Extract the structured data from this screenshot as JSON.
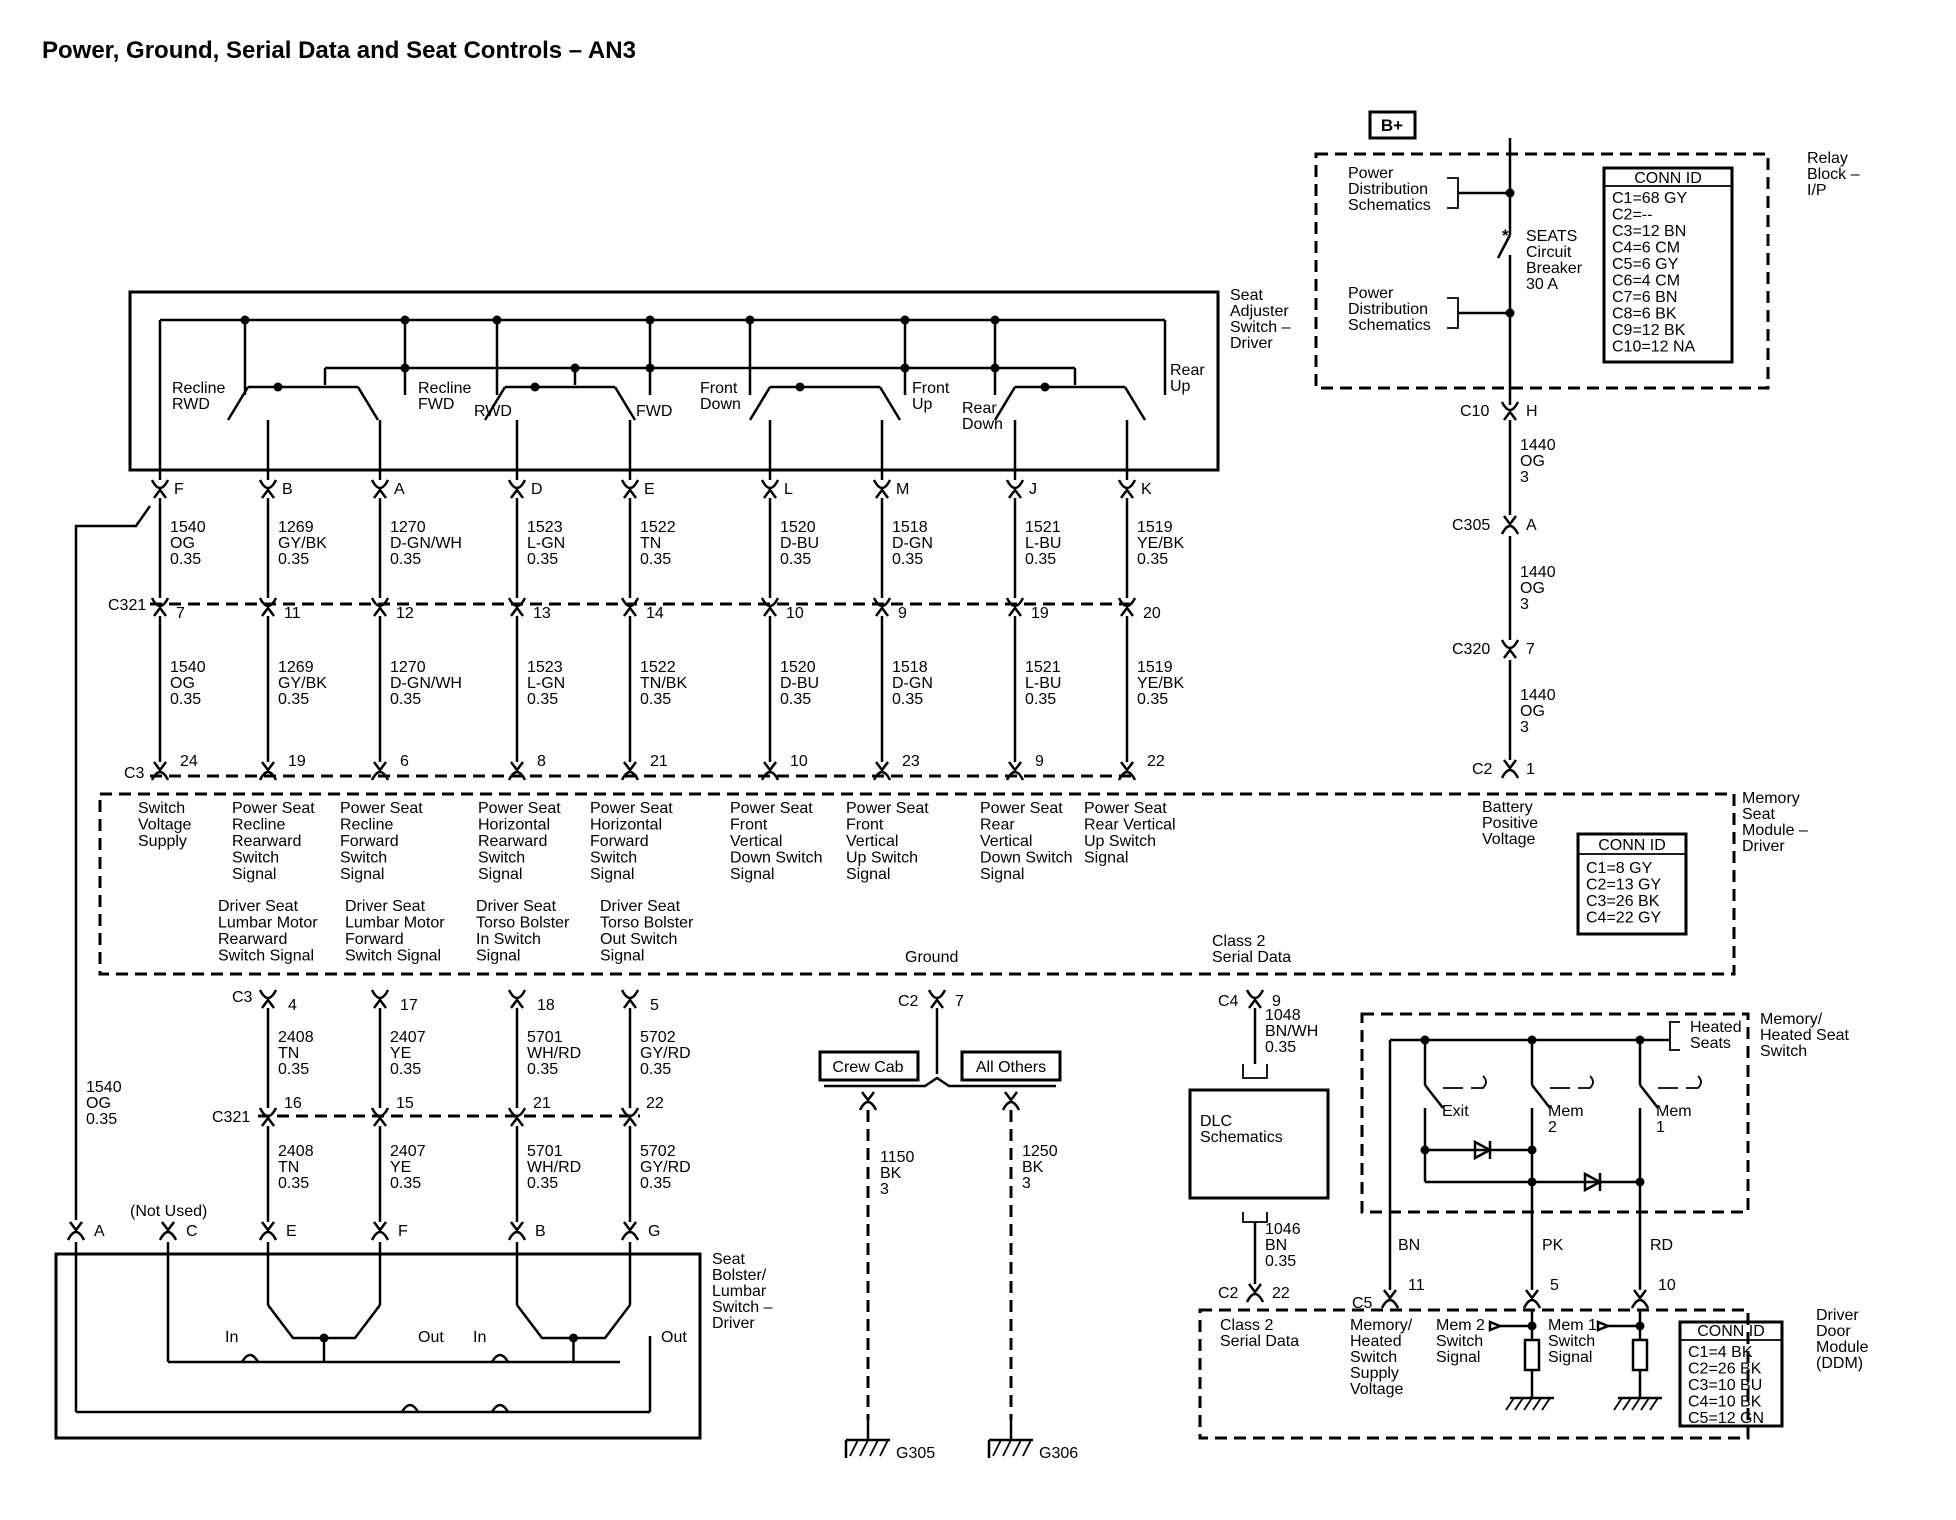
{
  "title": "Power, Ground, Serial Data and Seat Controls – AN3",
  "bplus": "B+",
  "relay_block": {
    "name": [
      "Relay",
      "Block –",
      "I/P"
    ],
    "pds1": [
      "Power",
      "Distribution",
      "Schematics"
    ],
    "pds2": [
      "Power",
      "Distribution",
      "Schematics"
    ],
    "breaker": [
      "SEATS",
      "Circuit",
      "Breaker",
      "30 A"
    ],
    "conn_title": "CONN ID",
    "conn": [
      "C1=68 GY",
      "C2=--",
      "C3=12 BN",
      "C4=6 CM",
      "C5=6 GY",
      "C6=4 CM",
      "C7=6 BN",
      "C8=6 BK",
      "C9=12 BK",
      "C10=12 NA"
    ]
  },
  "feed_path": {
    "c10": {
      "name": "C10",
      "pin": "H"
    },
    "w1": [
      "1440",
      "OG",
      "3"
    ],
    "c305": {
      "name": "C305",
      "pin": "A"
    },
    "w2": [
      "1440",
      "OG",
      "3"
    ],
    "c320": {
      "name": "C320",
      "pin": "7"
    },
    "w3": [
      "1440",
      "OG",
      "3"
    ],
    "c2": {
      "name": "C2",
      "pin": "1"
    },
    "batt_label": [
      "Battery",
      "Positive",
      "Voltage"
    ]
  },
  "seat_switch": {
    "name": [
      "Seat",
      "Adjuster",
      "Switch –",
      "Driver"
    ],
    "labels": {
      "recline_rwd": [
        "Recline",
        "RWD"
      ],
      "recline_fwd": [
        "Recline",
        "FWD"
      ],
      "rwd": "RWD",
      "fwd": "FWD",
      "front_down": [
        "Front",
        "Down"
      ],
      "front_up": [
        "Front",
        "Up"
      ],
      "rear_down": [
        "Rear",
        "Down"
      ],
      "rear_up": [
        "Rear",
        "Up"
      ]
    }
  },
  "switch_pins": [
    "F",
    "B",
    "A",
    "D",
    "E",
    "L",
    "M",
    "J",
    "K"
  ],
  "wires_top": [
    [
      "1540",
      "OG",
      "0.35"
    ],
    [
      "1269",
      "GY/BK",
      "0.35"
    ],
    [
      "1270",
      "D-GN/WH",
      "0.35"
    ],
    [
      "1523",
      "L-GN",
      "0.35"
    ],
    [
      "1522",
      "TN",
      "0.35"
    ],
    [
      "1520",
      "D-BU",
      "0.35"
    ],
    [
      "1518",
      "D-GN",
      "0.35"
    ],
    [
      "1521",
      "L-BU",
      "0.35"
    ],
    [
      "1519",
      "YE/BK",
      "0.35"
    ]
  ],
  "c321_name": "C321",
  "c321_pins": [
    "7",
    "11",
    "12",
    "13",
    "14",
    "10",
    "9",
    "19",
    "20"
  ],
  "wires_mid": [
    [
      "1540",
      "OG",
      "0.35"
    ],
    [
      "1269",
      "GY/BK",
      "0.35"
    ],
    [
      "1270",
      "D-GN/WH",
      "0.35"
    ],
    [
      "1523",
      "L-GN",
      "0.35"
    ],
    [
      "1522",
      "TN/BK",
      "0.35"
    ],
    [
      "1520",
      "D-BU",
      "0.35"
    ],
    [
      "1518",
      "D-GN",
      "0.35"
    ],
    [
      "1521",
      "L-BU",
      "0.35"
    ],
    [
      "1519",
      "YE/BK",
      "0.35"
    ]
  ],
  "c3_name": "C3",
  "c3_pins": [
    "24",
    "19",
    "6",
    "8",
    "21",
    "10",
    "23",
    "9",
    "22"
  ],
  "memory_module": {
    "name": [
      "Memory",
      "Seat",
      "Module –",
      "Driver"
    ],
    "signals": [
      [
        "Switch",
        "Voltage",
        "Supply"
      ],
      [
        "Power Seat",
        "Recline",
        "Rearward",
        "Switch",
        "Signal"
      ],
      [
        "Power Seat",
        "Recline",
        "Forward",
        "Switch",
        "Signal"
      ],
      [
        "Power Seat",
        "Horizontal",
        "Rearward",
        "Switch",
        "Signal"
      ],
      [
        "Power Seat",
        "Horizontal",
        "Forward",
        "Switch",
        "Signal"
      ],
      [
        "Power Seat",
        "Front",
        "Vertical",
        "Down Switch",
        "Signal"
      ],
      [
        "Power Seat",
        "Front",
        "Vertical",
        "Up Switch",
        "Signal"
      ],
      [
        "Power Seat",
        "Rear",
        "Vertical",
        "Down Switch",
        "Signal"
      ],
      [
        "Power Seat",
        "Rear Vertical",
        "Up Switch",
        "Signal"
      ]
    ],
    "lower_signals": [
      [
        "Driver Seat",
        "Lumbar Motor",
        "Rearward",
        "Switch Signal"
      ],
      [
        "Driver Seat",
        "Lumbar Motor",
        "Forward",
        "Switch Signal"
      ],
      [
        "Driver Seat",
        "Torso Bolster",
        "In Switch",
        "Signal"
      ],
      [
        "Driver Seat",
        "Torso Bolster",
        "Out Switch",
        "Signal"
      ]
    ],
    "ground_label": "Ground",
    "class2_label": [
      "Class 2",
      "Serial Data"
    ],
    "conn_title": "CONN ID",
    "conn": [
      "C1=8 GY",
      "C2=13 GY",
      "C3=26 BK",
      "C4=22 GY"
    ]
  },
  "lumbar_c3_pins": [
    "4",
    "17",
    "18",
    "5"
  ],
  "lumbar_wires_top": [
    [
      "2408",
      "TN",
      "0.35"
    ],
    [
      "2407",
      "YE",
      "0.35"
    ],
    [
      "5701",
      "WH/RD",
      "0.35"
    ],
    [
      "5702",
      "GY/RD",
      "0.35"
    ]
  ],
  "lumbar_c321_pins": [
    "16",
    "15",
    "21",
    "22"
  ],
  "lumbar_wires_bot": [
    [
      "2408",
      "TN",
      "0.35"
    ],
    [
      "2407",
      "YE",
      "0.35"
    ],
    [
      "5701",
      "WH/RD",
      "0.35"
    ],
    [
      "5702",
      "GY/RD",
      "0.35"
    ]
  ],
  "supply_wire": [
    "1540",
    "OG",
    "0.35"
  ],
  "bolster_switch": {
    "name": [
      "Seat",
      "Bolster/",
      "Lumbar",
      "Switch –",
      "Driver"
    ],
    "pins": [
      "A",
      "C",
      "E",
      "F",
      "B",
      "G"
    ],
    "not_used": "(Not Used)",
    "in1": "In",
    "out1": "Out",
    "in2": "In",
    "out2": "Out"
  },
  "ground": {
    "c2": {
      "name": "C2",
      "pin": "7"
    },
    "crew_cab": "Crew Cab",
    "all_others": "All Others",
    "w1": [
      "1150",
      "BK",
      "3"
    ],
    "w2": [
      "1250",
      "BK",
      "3"
    ],
    "g1": "G305",
    "g2": "G306"
  },
  "dlc": {
    "c4": {
      "name": "C4",
      "pin": "9"
    },
    "w1": [
      "1048",
      "BN/WH",
      "0.35"
    ],
    "box": [
      "DLC",
      "Schematics"
    ],
    "w2": [
      "1046",
      "BN",
      "0.35"
    ],
    "c2": {
      "name": "C2",
      "pin": "22"
    }
  },
  "heated_switch": {
    "name": [
      "Memory/",
      "Heated Seat",
      "Switch"
    ],
    "heated_seats": [
      "Heated",
      "Seats"
    ],
    "exit": "Exit",
    "mem2": [
      "Mem",
      "2"
    ],
    "mem1": [
      "Mem",
      "1"
    ],
    "wires": [
      "BN",
      "PK",
      "RD"
    ]
  },
  "ddm": {
    "name": [
      "Driver",
      "Door",
      "Module",
      "(DDM)"
    ],
    "c5": "C5",
    "pins": [
      "11",
      "5",
      "10"
    ],
    "class2": [
      "Class 2",
      "Serial Data"
    ],
    "supply": [
      "Memory/",
      "Heated",
      "Switch",
      "Supply",
      "Voltage"
    ],
    "mem2": [
      "Mem 2",
      "Switch",
      "Signal"
    ],
    "mem1": [
      "Mem 1",
      "Switch",
      "Signal"
    ],
    "conn_title": "CONN ID",
    "conn": [
      "C1=4 BK",
      "C2=26 BK",
      "C3=10 BU",
      "C4=10 BK",
      "C5=12 GN"
    ]
  }
}
